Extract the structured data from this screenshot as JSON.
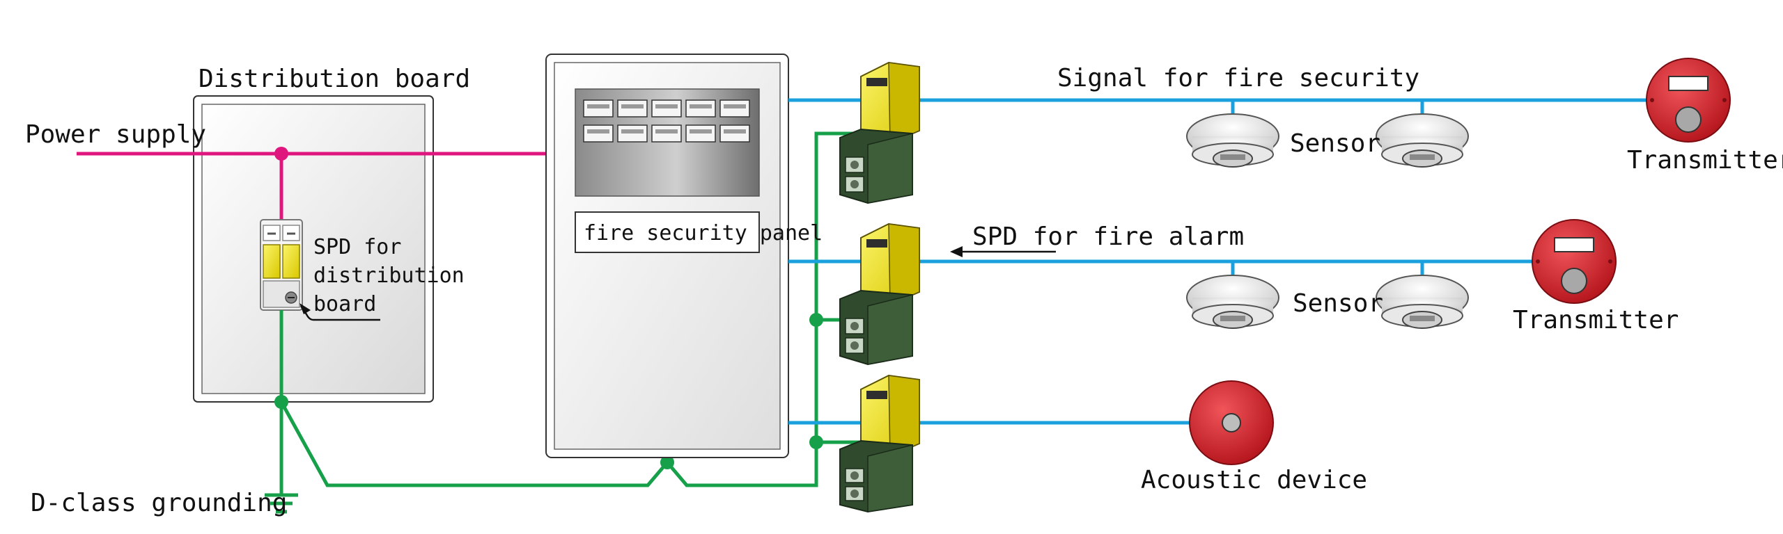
{
  "labels": {
    "distribution_board": "Distribution board",
    "power_supply": "Power supply",
    "spd_distribution": [
      "SPD for",
      "distribution",
      "board"
    ],
    "fire_security_panel": "fire security panel",
    "signal_fire_security": "Signal for fire security",
    "sensor": "Sensor",
    "transmitter": "Transmitter",
    "spd_fire_alarm": "SPD for fire alarm",
    "acoustic_device": "Acoustic device",
    "d_class_grounding": "D-class grounding"
  },
  "colors": {
    "power_line": "#e0167f",
    "signal_line": "#1aa0dc",
    "ground_line": "#16a04a",
    "spd_yellow": "#f2e600",
    "spd_body": "#2f4a2c",
    "transmitter_red": "#d8232a",
    "panel_fill": "#f3f3f3"
  }
}
